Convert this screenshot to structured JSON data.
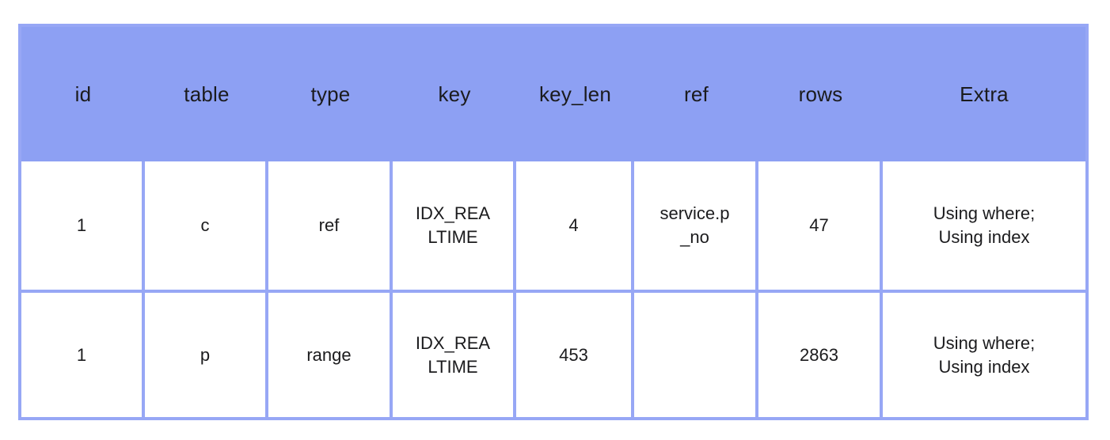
{
  "chart_data": {
    "type": "table",
    "title": "",
    "columns": [
      "id",
      "table",
      "type",
      "key",
      "key_len",
      "ref",
      "rows",
      "Extra"
    ],
    "rows": [
      [
        "1",
        "c",
        "ref",
        "IDX_REALTIME",
        "4",
        "service.p_no",
        "47",
        "Using where; Using index"
      ],
      [
        "1",
        "p",
        "range",
        "IDX_REALTIME",
        "453",
        "",
        "2863",
        "Using where; Using index"
      ]
    ],
    "layout": {
      "header_position": "top",
      "grid": "all-cell-borders",
      "header_has_internal_borders": false,
      "cell_alignment": "center"
    }
  },
  "display": {
    "headers": [
      "id",
      "table",
      "type",
      "key",
      "key_len",
      "ref",
      "rows",
      "Extra"
    ],
    "rows": [
      [
        "1",
        "c",
        "ref",
        "IDX_REA\nLTIME",
        "4",
        "service.p\n_no",
        "47",
        "Using where;\nUsing index"
      ],
      [
        "1",
        "p",
        "range",
        "IDX_REA\nLTIME",
        "453",
        "",
        "2863",
        "Using where;\nUsing index"
      ]
    ]
  },
  "colors": {
    "header_bg": "#8da0f3",
    "border": "#97a7f5",
    "text": "#1b1b1d",
    "page_bg": "#ffffff"
  }
}
